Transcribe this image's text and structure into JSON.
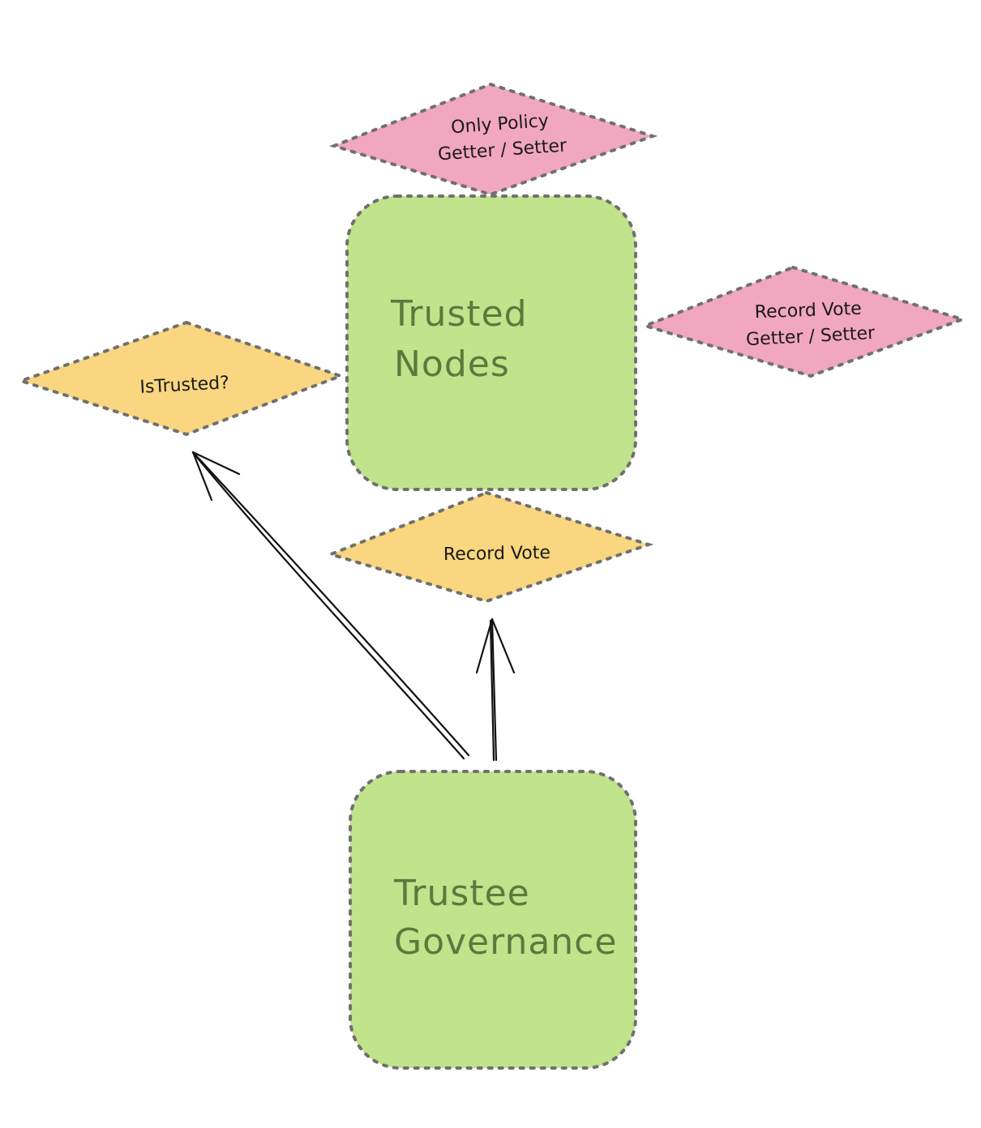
{
  "nodes": {
    "trusted_nodes": {
      "line1": "Trusted",
      "line2": "Nodes"
    },
    "trustee_governance": {
      "line1": "Trustee",
      "line2": "Governance"
    }
  },
  "diamonds": {
    "only_policy": {
      "line1": "Only Policy",
      "line2": "Getter / Setter"
    },
    "record_vote_getter_setter": {
      "line1": "Record Vote",
      "line2": "Getter / Setter"
    },
    "is_trusted": {
      "label": "IsTrusted?"
    },
    "record_vote": {
      "label": "Record Vote"
    }
  },
  "colors": {
    "node_fill": "#c1e38c",
    "node_text": "#5b7a3c",
    "pink_diamond": "#f1a7bf",
    "yellow_diamond": "#f9d67f",
    "dashed_stroke": "#707070",
    "arrow": "#111111"
  }
}
